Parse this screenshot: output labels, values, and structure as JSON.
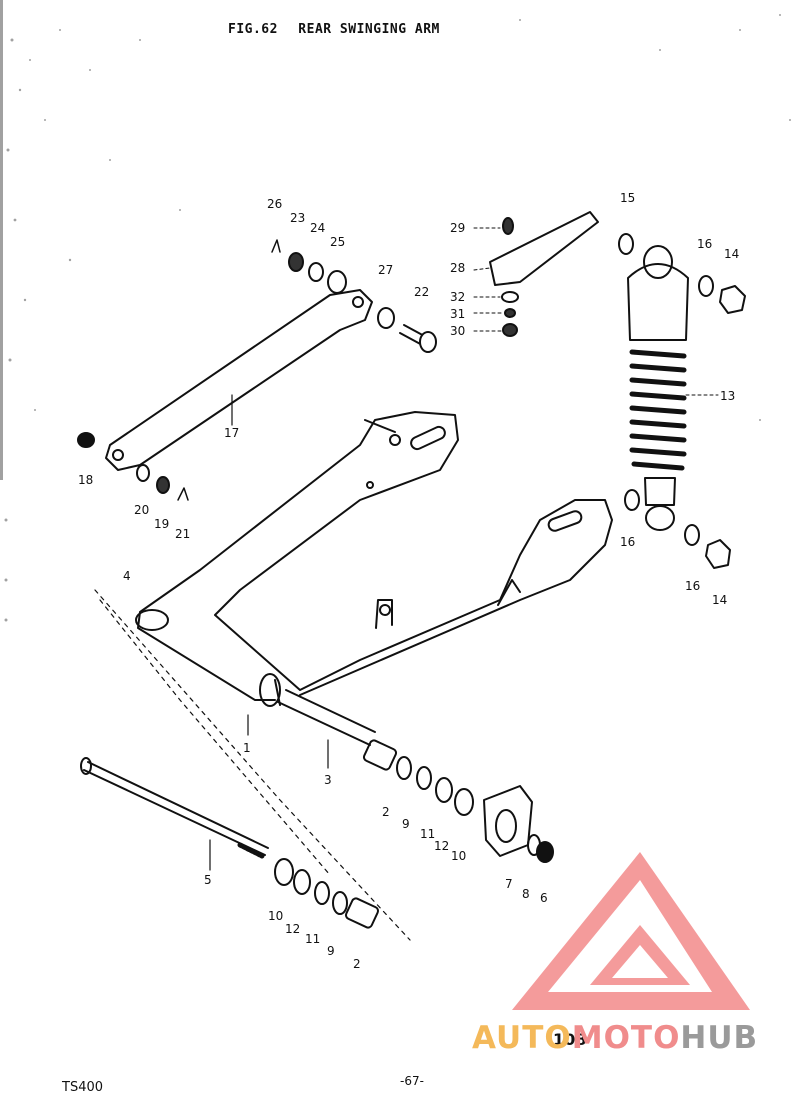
{
  "header": {
    "fig": "FIG.62",
    "title": "REAR SWINGING ARM"
  },
  "footer": {
    "model": "TS400",
    "page": "-67-",
    "book_page": "108"
  },
  "watermark": {
    "auto": "AUTO",
    "moto": "MOTO",
    "hub": "HUB",
    "color_auto": "#f4b95a",
    "color_moto": "#f08c8c",
    "color_hub": "#9a9a9a",
    "logo_color": "#f07070"
  },
  "part_labels": {
    "p1": "1",
    "p2a": "2",
    "p2b": "2",
    "p3": "3",
    "p4": "4",
    "p5": "5",
    "p6": "6",
    "p7": "7",
    "p8": "8",
    "p9a": "9",
    "p9b": "9",
    "p10a": "10",
    "p10b": "10",
    "p11a": "11",
    "p11b": "11",
    "p12a": "12",
    "p12b": "12",
    "p13": "13",
    "p14a": "14",
    "p14b": "14",
    "p15": "15",
    "p16a": "16",
    "p16b": "16",
    "p16c": "16",
    "p17": "17",
    "p18": "18",
    "p19": "19",
    "p20": "20",
    "p21": "21",
    "p22": "22",
    "p23": "23",
    "p24": "24",
    "p25": "25",
    "p26": "26",
    "p27": "27",
    "p28": "28",
    "p29": "29",
    "p30": "30",
    "p31": "31",
    "p32": "32"
  }
}
